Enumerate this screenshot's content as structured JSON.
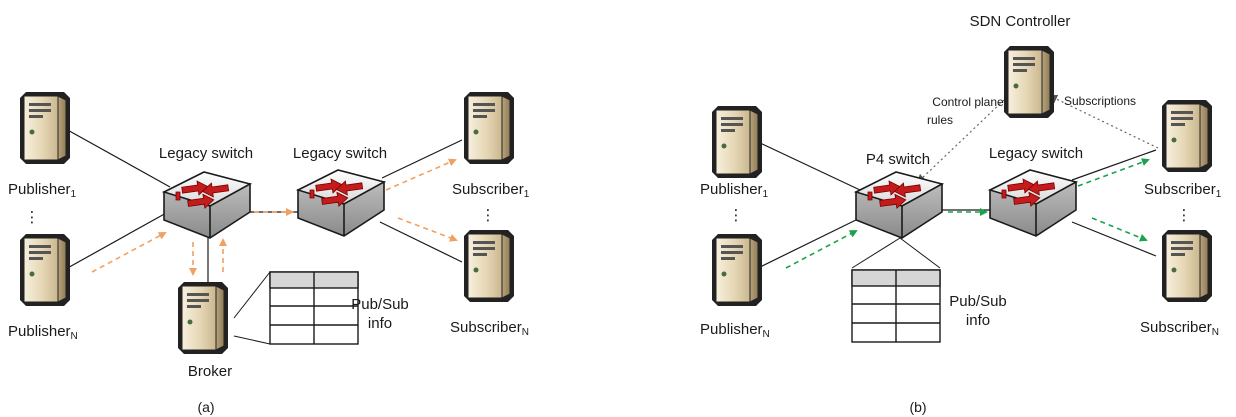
{
  "colors": {
    "orange_flow": "#f0a060",
    "green_flow": "#1aa34a",
    "control_dotted": "#666666",
    "switch_arrow": "#c41c1c",
    "server_body": "#e8dcc0",
    "table_header": "#d6d6d6"
  },
  "icons": [
    "server-icon",
    "switch-icon",
    "table-icon"
  ],
  "panel_a": {
    "caption": "(a)",
    "left_switch_label": "Legacy switch",
    "right_switch_label": "Legacy switch",
    "publisher_top": {
      "base": "Publisher",
      "sub": "1"
    },
    "publisher_bottom": {
      "base": "Publisher",
      "sub": "N"
    },
    "subscriber_top": {
      "base": "Subscriber",
      "sub": "1"
    },
    "subscriber_bottom": {
      "base": "Subscriber",
      "sub": "N"
    },
    "ellipsis_left": "⋮",
    "ellipsis_right": "⋮",
    "broker_label": "Broker",
    "table_label_line1": "Pub/Sub",
    "table_label_line2": "info"
  },
  "panel_b": {
    "caption": "(b)",
    "controller_label": "SDN Controller",
    "control_rules_line1": "Control plane",
    "control_rules_line2": "rules",
    "subscriptions_label": "Subscriptions",
    "p4_switch_label": "P4 switch",
    "legacy_switch_label": "Legacy switch",
    "publisher_top": {
      "base": "Publisher",
      "sub": "1"
    },
    "publisher_bottom": {
      "base": "Publisher",
      "sub": "N"
    },
    "subscriber_top": {
      "base": "Subscriber",
      "sub": "1"
    },
    "subscriber_bottom": {
      "base": "Subscriber",
      "sub": "N"
    },
    "ellipsis_left": "⋮",
    "ellipsis_right": "⋮",
    "table_label_line1": "Pub/Sub",
    "table_label_line2": "info"
  }
}
